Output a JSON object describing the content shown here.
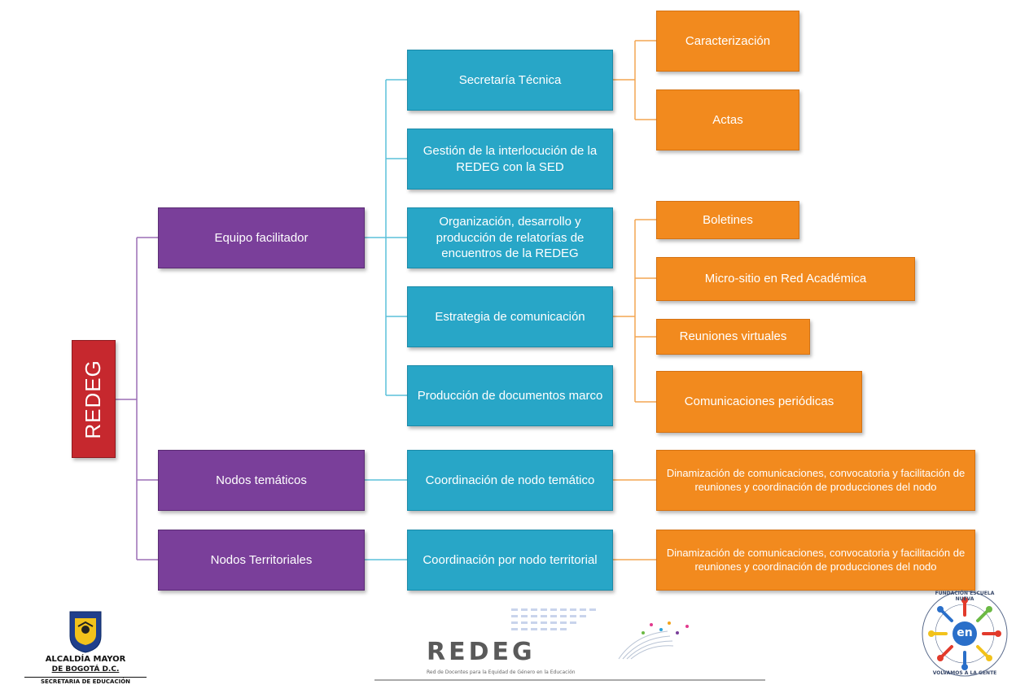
{
  "root": {
    "label": "REDEG"
  },
  "level1": {
    "equipo": "Equipo facilitador",
    "nodos_tematicos": "Nodos temáticos",
    "nodos_territoriales": "Nodos Territoriales"
  },
  "level2": {
    "secretaria": "Secretaría Técnica",
    "gestion": "Gestión de la interlocución de la REDEG con la SED",
    "organizacion": "Organización, desarrollo  y producción de relatorías de encuentros de la REDEG",
    "estrategia": "Estrategia de comunicación",
    "produccion": "Producción de documentos marco",
    "coord_tematico": "Coordinación de nodo temático",
    "coord_territorial": "Coordinación por nodo territorial"
  },
  "level3": {
    "caracterizacion": "Caracterización",
    "actas": "Actas",
    "boletines": "Boletines",
    "micrositio": "Micro-sitio en Red Académica",
    "reuniones": "Reuniones virtuales",
    "comunicaciones": "Comunicaciones periódicas",
    "dinamizacion_tematico": "Dinamización de comunicaciones, convocatoria y facilitación de reuniones y coordinación de producciones del nodo",
    "dinamizacion_territorial": "Dinamización de comunicaciones, convocatoria y facilitación de reuniones y coordinación de producciones del nodo"
  },
  "footer": {
    "alcaldia_line1": "ALCALDÍA MAYOR",
    "alcaldia_line2": "DE BOGOTÁ D.C.",
    "alcaldia_line3": "SECRETARIA DE EDUCACIÓN",
    "redeg_logo": "REDEG",
    "redeg_subtitle": "Red de Docentes para la Equidad de Género en la Educación",
    "fundacion_top": "FUNDACIÓN ESCUELA NUEVA",
    "fundacion_center": "en",
    "fundacion_bottom": "VOLVAMOS A LA GENTE"
  },
  "colors": {
    "root": "#c6282e",
    "level1": "#7a3f9a",
    "level2": "#28a6c7",
    "level3": "#f28a1e",
    "connector_purple": "#9b6fb5",
    "connector_teal": "#5cc0da",
    "connector_orange": "#f3a552"
  }
}
